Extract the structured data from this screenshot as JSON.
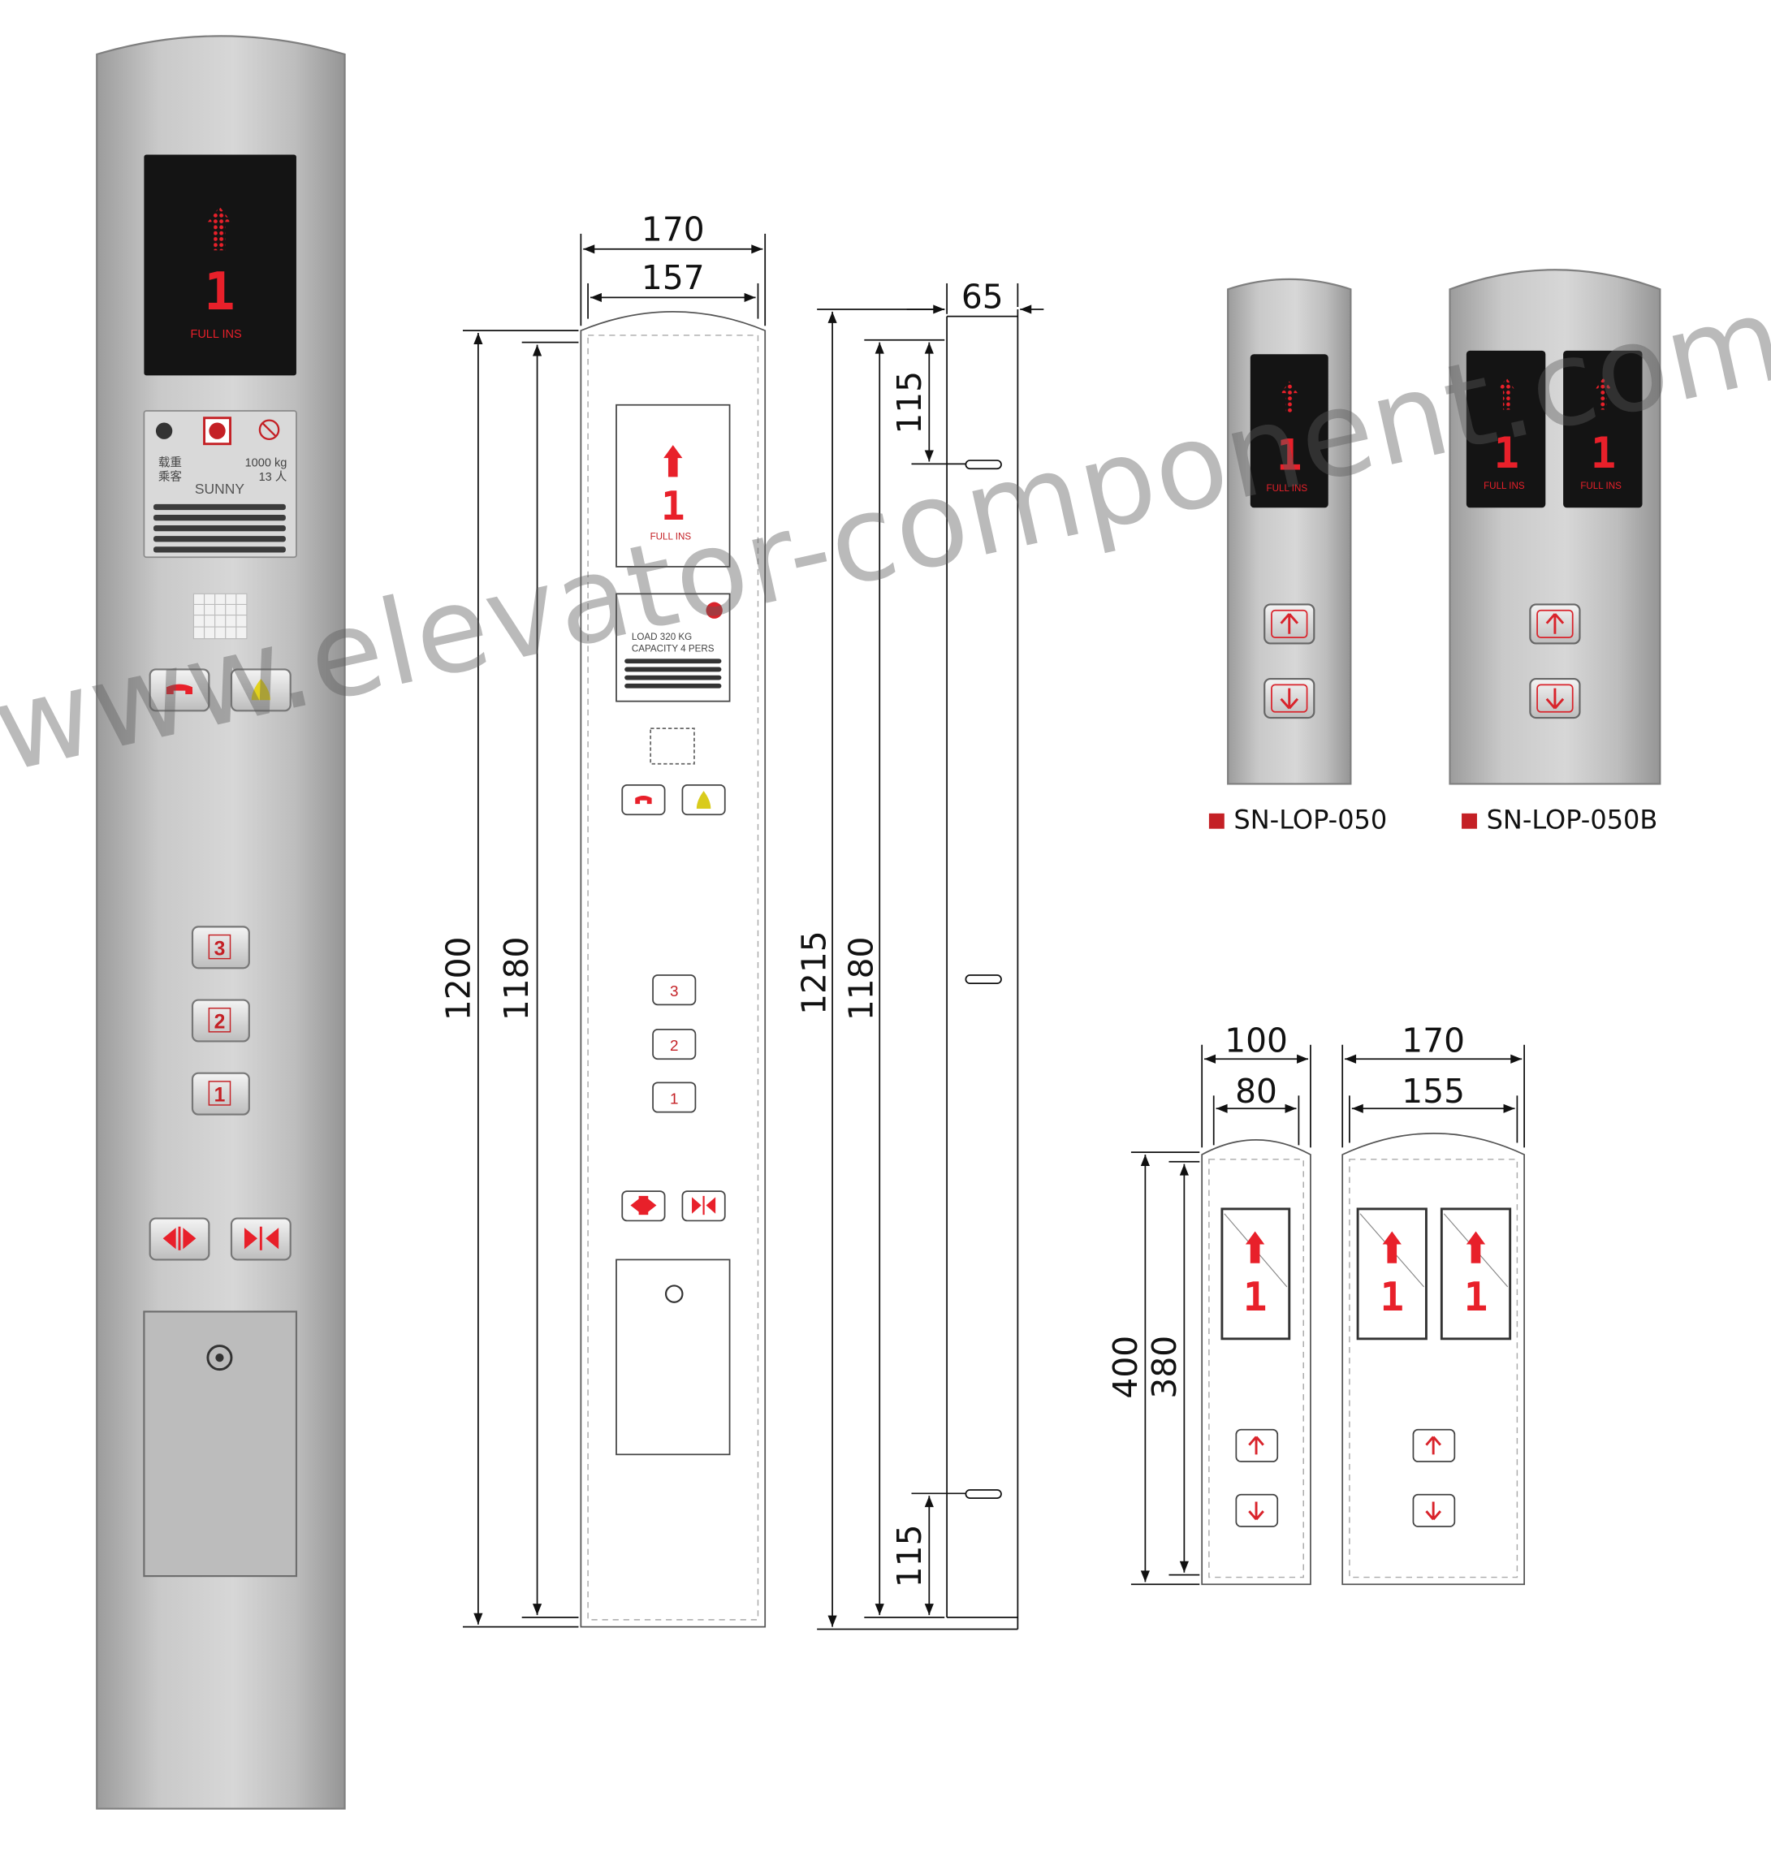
{
  "display": {
    "floor": "1",
    "status": "FULL   INS"
  },
  "load_plate": {
    "weight": "1000  kg",
    "persons": "13  人",
    "label_cn_1": "载重",
    "label_cn_2": "乘客",
    "brand": "SUNNY"
  },
  "floor_buttons": [
    "3",
    "2",
    "1"
  ],
  "drawing": {
    "load_line_1": "LOAD          320  KG",
    "load_line_2": "CAPACITY   4   PERS",
    "floor_buttons": [
      "3",
      "2",
      "1"
    ]
  },
  "dimensions": {
    "cop_width_outer": "170",
    "cop_width_inner": "157",
    "cop_height_outer": "1200",
    "cop_height_inner": "1180",
    "side_depth": "65",
    "side_height_outer": "1215",
    "side_height_inner": "1180",
    "side_top_offset": "115",
    "side_bottom_offset": "115",
    "lop_single_width_outer": "100",
    "lop_single_width_inner": "80",
    "lop_double_width_outer": "170",
    "lop_double_width_inner": "155",
    "lop_height_outer": "400",
    "lop_height_inner": "380"
  },
  "models": [
    "SN-LOP-050",
    "SN-LOP-050B"
  ],
  "watermark": "www.elevator-component.com",
  "colors": {
    "accent_red": "#c42025",
    "display_red": "#e8202a",
    "steel_light": "#cfcfcf",
    "steel_dark": "#9a9a9a"
  }
}
